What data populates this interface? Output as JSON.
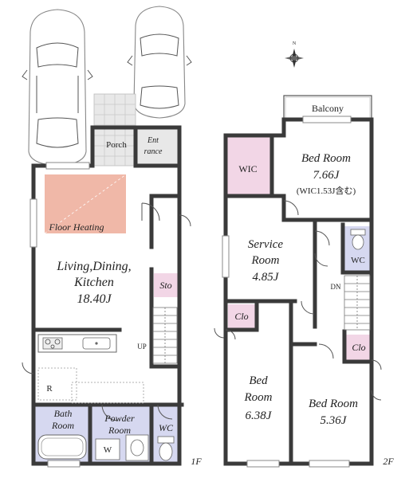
{
  "floors": {
    "first": {
      "label": "1F",
      "rooms": {
        "porch": "Porch",
        "entrance_line1": "Ent",
        "entrance_line2": "rance",
        "floor_heating": "Floor Heating",
        "ldk_line1": "Living,Dining,",
        "ldk_line2": "Kitchen",
        "ldk_size": "18.40J",
        "storage": "Sto",
        "up": "UP",
        "r_mark": "R",
        "bath_line1": "Bath",
        "bath_line2": "Room",
        "powder_line1": "Powder",
        "powder_line2": "Room",
        "w_mark": "W",
        "wc": "WC"
      }
    },
    "second": {
      "label": "2F",
      "rooms": {
        "balcony": "Balcony",
        "wic": "WIC",
        "master_line1": "Bed Room",
        "master_size": "7.66J",
        "master_note": "(WIC1.53J含む)",
        "service_line1": "Service",
        "service_line2": "Room",
        "service_size": "4.85J",
        "wc": "WC",
        "dn": "DN",
        "clo_left": "Clo",
        "clo_right": "Clo",
        "bed_left_line1": "Bed",
        "bed_left_line2": "Room",
        "bed_left_size": "6.38J",
        "bed_right_line1": "Bed Room",
        "bed_right_size": "5.36J"
      }
    }
  },
  "colors": {
    "wall": "#3a3a3a",
    "floor_heating": "#f0b8a8",
    "closet": "#f2d6e6",
    "wet_area": "#d6d8f0",
    "entrance_tile": "#e8e8e8"
  },
  "icons": [
    "car-icon",
    "compass-icon",
    "bathtub-icon",
    "toilet-icon",
    "kitchen-sink-icon",
    "stove-icon"
  ]
}
